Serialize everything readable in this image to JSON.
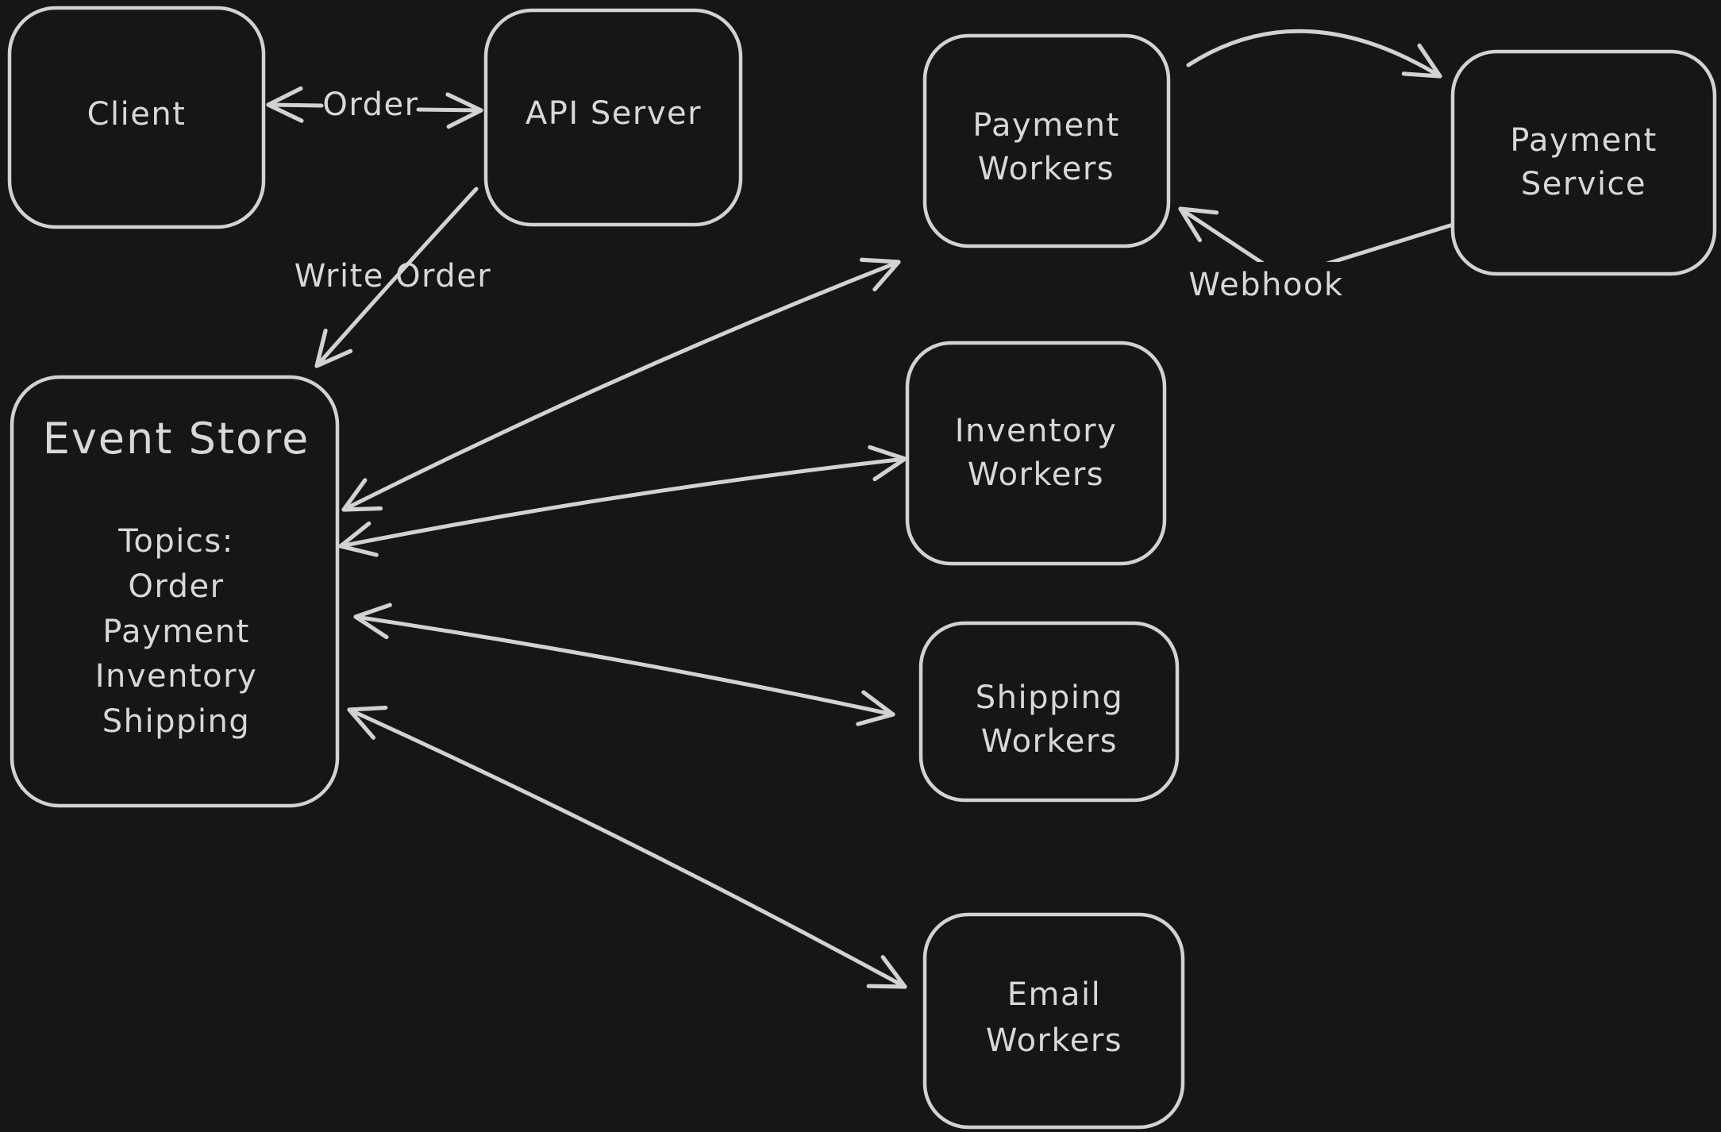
{
  "colors": {
    "background": "#161616",
    "stroke": "#d2d2d2",
    "text": "#d8d8d8"
  },
  "nodes": {
    "client": {
      "label": "Client"
    },
    "api_server": {
      "label": "API Server"
    },
    "payment_workers": {
      "line1": "Payment",
      "line2": "Workers"
    },
    "payment_service": {
      "line1": "Payment",
      "line2": "Service"
    },
    "inventory_workers": {
      "line1": "Inventory",
      "line2": "Workers"
    },
    "shipping_workers": {
      "line1": "Shipping",
      "line2": "Workers"
    },
    "email_workers": {
      "line1": "Email",
      "line2": "Workers"
    },
    "event_store": {
      "title": "Event Store",
      "topics_heading": "Topics:",
      "topics": [
        "Order",
        "Payment",
        "Inventory",
        "Shipping"
      ]
    }
  },
  "edge_labels": {
    "order": "Order",
    "write_order": "Write Order",
    "webhook": "Webhook"
  }
}
